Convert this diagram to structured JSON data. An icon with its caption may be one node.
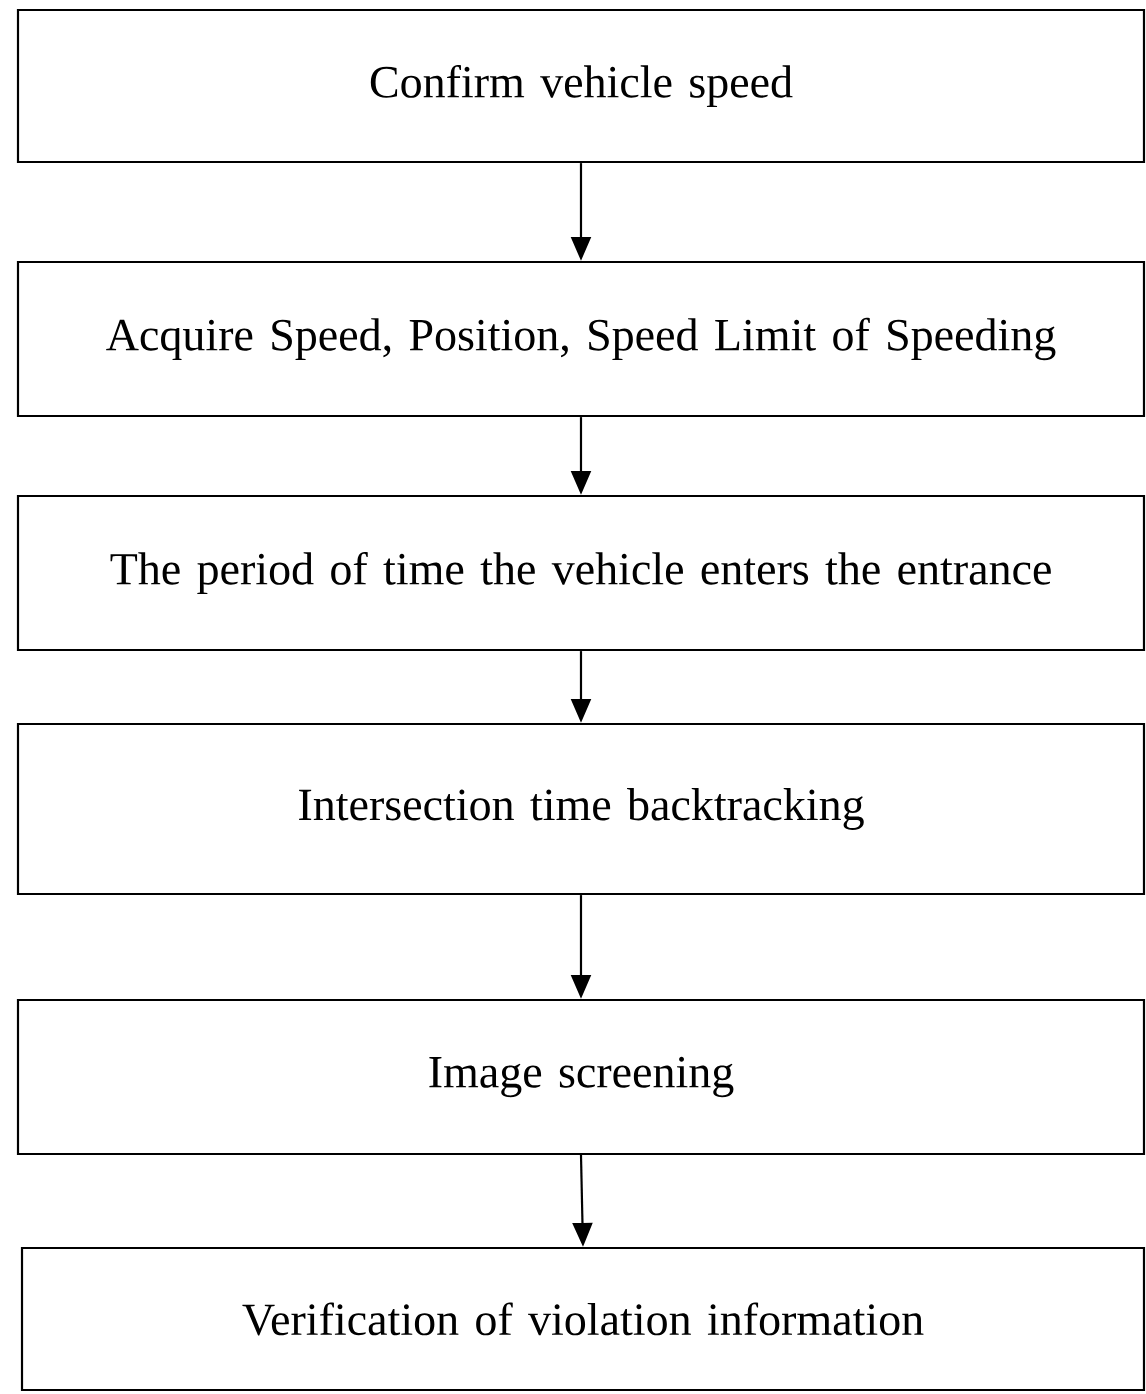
{
  "diagram": {
    "nodes": [
      {
        "text": [
          "Confirm vehicle speed"
        ]
      },
      {
        "text": [
          "Acquire Speed, Position, Speed Limit of Speeding"
        ]
      },
      {
        "text": [
          "The period of time the vehicle enters the entrance"
        ]
      },
      {
        "text": [
          "Intersection time backtracking"
        ]
      },
      {
        "text": [
          "Image screening"
        ]
      },
      {
        "text": [
          "Verification of violation information"
        ]
      }
    ],
    "edges": [
      {
        "from": 0,
        "to": 1,
        "arrow": "to"
      },
      {
        "from": 1,
        "to": 2,
        "arrow": "to"
      },
      {
        "from": 2,
        "to": 3,
        "arrow": "to"
      },
      {
        "from": 3,
        "to": 4,
        "arrow": "to"
      },
      {
        "from": 4,
        "to": 5,
        "arrow": "to"
      }
    ]
  }
}
